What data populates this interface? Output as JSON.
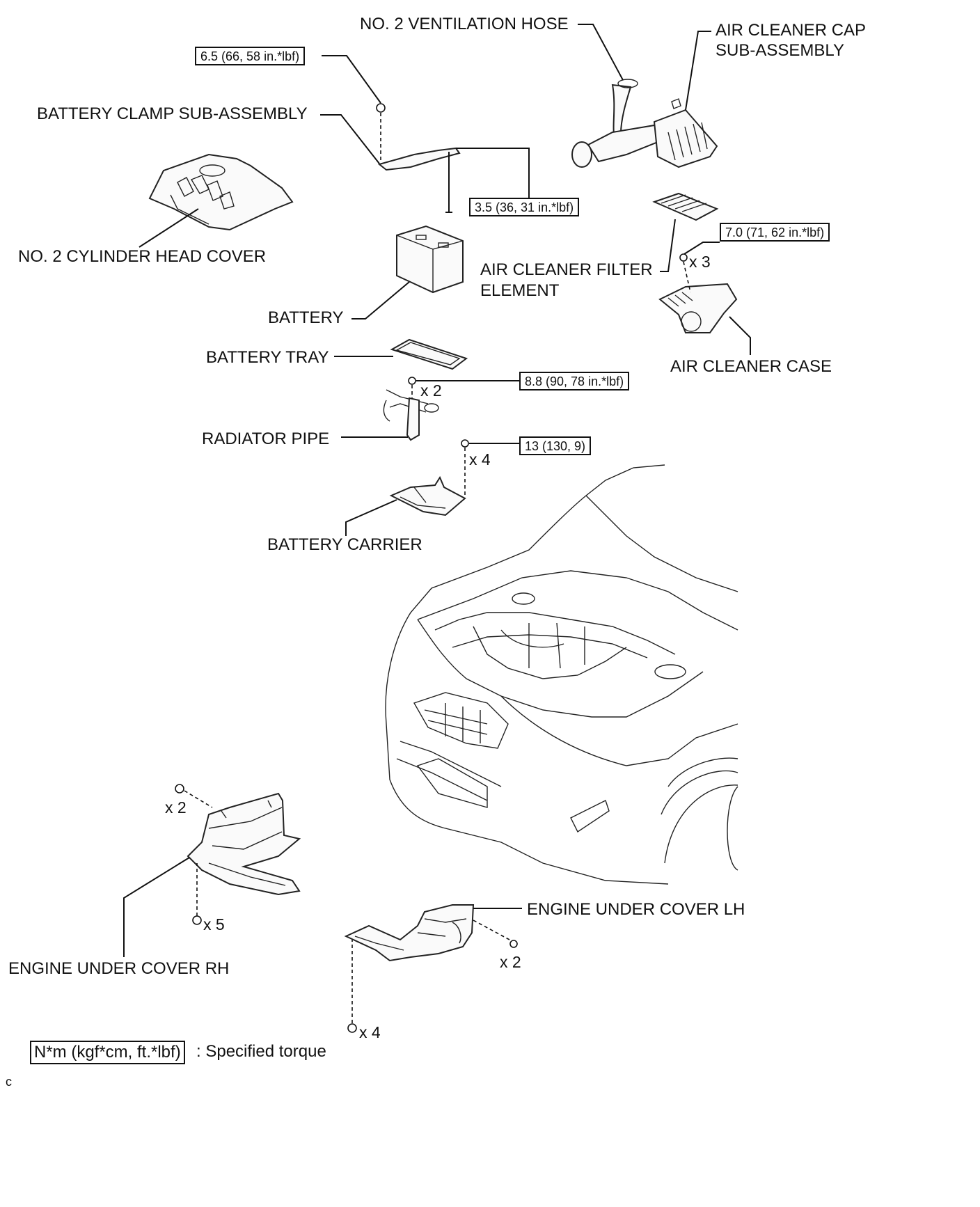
{
  "labels": {
    "ventilation_hose": "NO. 2 VENTILATION HOSE",
    "air_cleaner_cap_1": "AIR CLEANER CAP",
    "air_cleaner_cap_2": "SUB-ASSEMBLY",
    "battery_clamp": "BATTERY CLAMP SUB-ASSEMBLY",
    "cylinder_head_cover": "NO. 2 CYLINDER HEAD COVER",
    "air_cleaner_filter_1": "AIR CLEANER FILTER",
    "air_cleaner_filter_2": "ELEMENT",
    "battery": "BATTERY",
    "battery_tray": "BATTERY TRAY",
    "air_cleaner_case": "AIR CLEANER CASE",
    "radiator_pipe": "RADIATOR PIPE",
    "battery_carrier": "BATTERY CARRIER",
    "engine_under_cover_lh": "ENGINE UNDER COVER LH",
    "engine_under_cover_rh": "ENGINE UNDER COVER RH"
  },
  "torques": {
    "clamp_bolt": "6.5 (66, 58 in.*lbf)",
    "clamp_nut": "3.5 (36, 31 in.*lbf)",
    "air_cleaner_case": "7.0 (71, 62 in.*lbf)",
    "radiator_pipe": "8.8 (90, 78 in.*lbf)",
    "battery_carrier": "13 (130, 9)"
  },
  "quantities": {
    "air_cleaner_case": "x 3",
    "radiator_pipe": "x 2",
    "battery_carrier": "x 4",
    "rh_top": "x 2",
    "rh_bottom": "x 5",
    "lh_side": "x 2",
    "lh_bottom": "x 4"
  },
  "legend": {
    "unit_box": "N*m (kgf*cm, ft.*lbf)",
    "description": ": Specified torque"
  },
  "corner_mark": "c"
}
